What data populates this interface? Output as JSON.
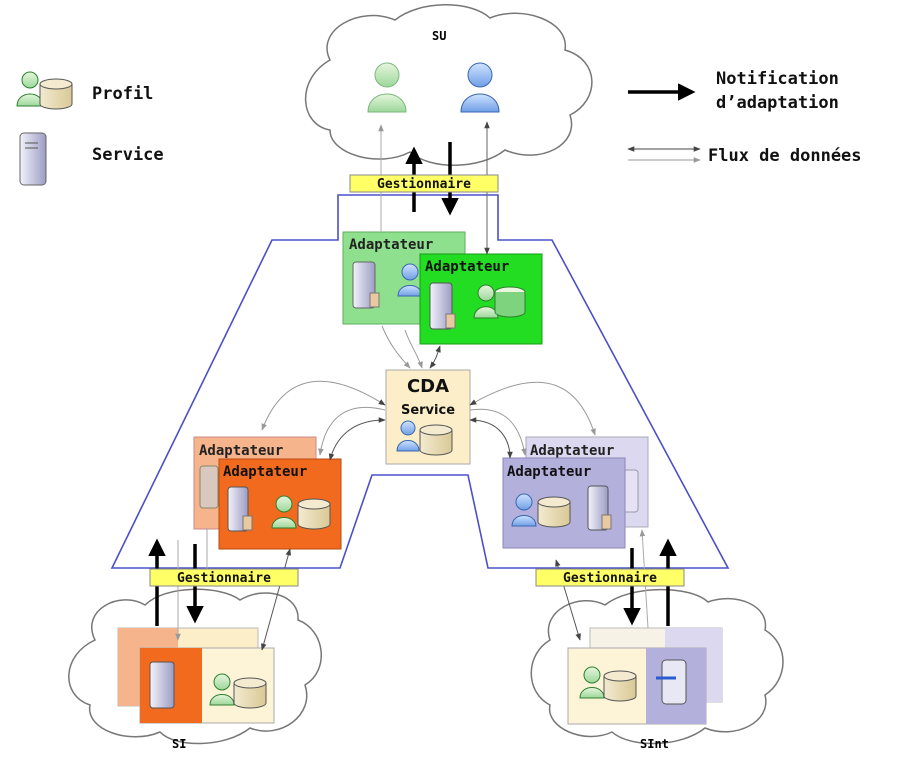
{
  "legend": {
    "profil_label": "Profil",
    "service_label": "Service",
    "notification_line1": "Notification",
    "notification_line2": "d’adaptation",
    "flux_label": "Flux de données"
  },
  "clouds": {
    "su": "SU",
    "si": "SI",
    "sint": "SInt"
  },
  "managers": {
    "top": "Gestionnaire",
    "left": "Gestionnaire",
    "right": "Gestionnaire"
  },
  "adapters": {
    "green_back": "Adaptateur",
    "green_front": "Adaptateur",
    "orange_back": "Adaptateur",
    "orange_front": "Adaptateur",
    "purple_back": "Adaptateur",
    "purple_front": "Adaptateur"
  },
  "cda": {
    "title": "CDA",
    "subtitle": "Service"
  },
  "colors": {
    "frame": "#4a50c8",
    "manager_fill": "#ffff66",
    "green_back": "#8ee08e",
    "green_front": "#22dd22",
    "orange_back": "#f6b48c",
    "orange_front": "#f26a1e",
    "purple_back": "#dcd8f0",
    "purple_front": "#b4b0dc",
    "cda_fill": "#fbeec8"
  }
}
